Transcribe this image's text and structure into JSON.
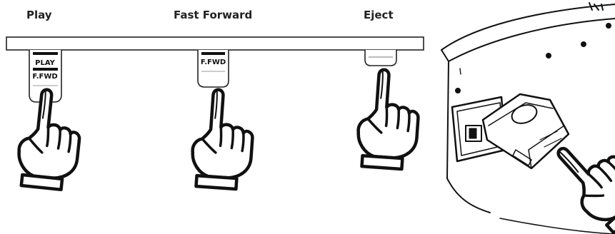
{
  "labels": {
    "play": "Play",
    "fast_forward": "Fast Forward",
    "eject": "Eject"
  },
  "button_text": {
    "play_top": "PLAY",
    "play_bottom": "F.FWD",
    "ff": "F.FWD"
  },
  "icons": [
    "pointing-hand-icon",
    "pointing-hand-icon",
    "pointing-hand-icon",
    "pointing-hand-icon"
  ],
  "colors": {
    "ink": "#111111",
    "background": "#ffffff"
  }
}
